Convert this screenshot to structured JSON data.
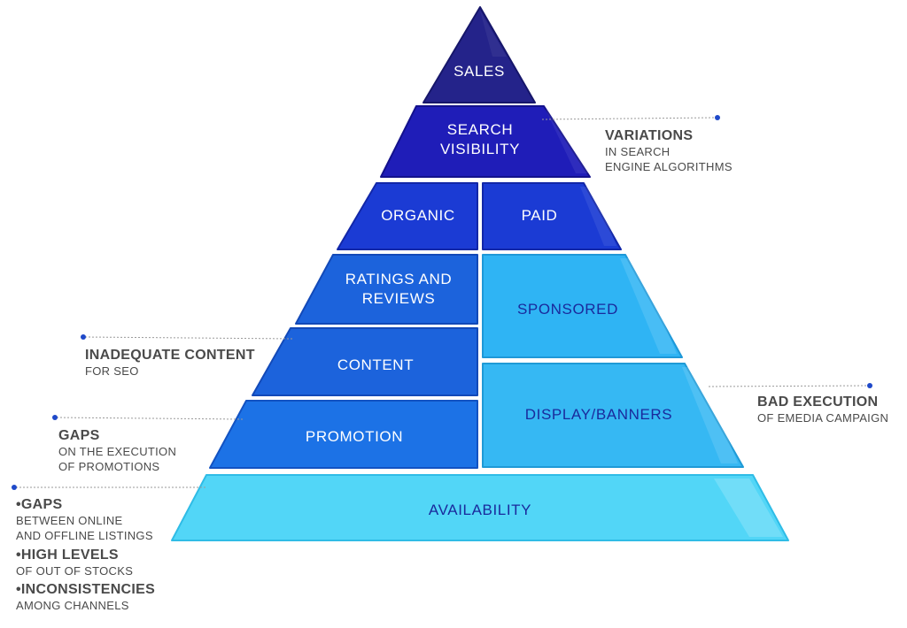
{
  "colors": {
    "sales": "#24238a",
    "search_visibility": "#1f1db8",
    "organic_paid": "#1b3bd4",
    "level_four": "#1c63dc",
    "level_five": "#2b9ae8",
    "sponsored": "#2fb4f4",
    "display": "#36b8f3",
    "availability": "#52d6f7",
    "label_light": "#ffffff",
    "label_dark": "#1a2a9c",
    "note_text": "#4a4a4a",
    "leader_dot": "#1f49c9"
  },
  "pyramid": {
    "sales": "SALES",
    "search_visibility": [
      "SEARCH",
      "VISIBILITY"
    ],
    "organic": "ORGANIC",
    "paid": "PAID",
    "ratings_reviews": [
      "RATINGS AND",
      "REVIEWS"
    ],
    "sponsored": "SPONSORED",
    "content": "CONTENT",
    "promotion": "PROMOTION",
    "display_banners": "DISPLAY/BANNERS",
    "availability": "AVAILABILITY"
  },
  "notes": {
    "variations": {
      "heading": "VARIATIONS",
      "lines": [
        "IN SEARCH",
        "ENGINE ALGORITHMS"
      ]
    },
    "inadequate_content": {
      "heading": "INADEQUATE CONTENT",
      "lines": [
        "FOR SEO"
      ]
    },
    "bad_execution": {
      "heading": "BAD EXECUTION",
      "lines": [
        "OF EMEDIA CAMPAIGN"
      ]
    },
    "gaps_promotions": {
      "heading": "GAPS",
      "lines": [
        "ON THE EXECUTION",
        "OF PROMOTIONS"
      ]
    },
    "availability_issues": [
      {
        "heading": "•GAPS",
        "lines": [
          "BETWEEN ONLINE",
          "AND OFFLINE LISTINGS"
        ]
      },
      {
        "heading": "•HIGH LEVELS",
        "lines": [
          "OF OUT OF STOCKS"
        ]
      },
      {
        "heading": "•INCONSISTENCIES",
        "lines": [
          "AMONG CHANNELS"
        ]
      }
    ]
  }
}
